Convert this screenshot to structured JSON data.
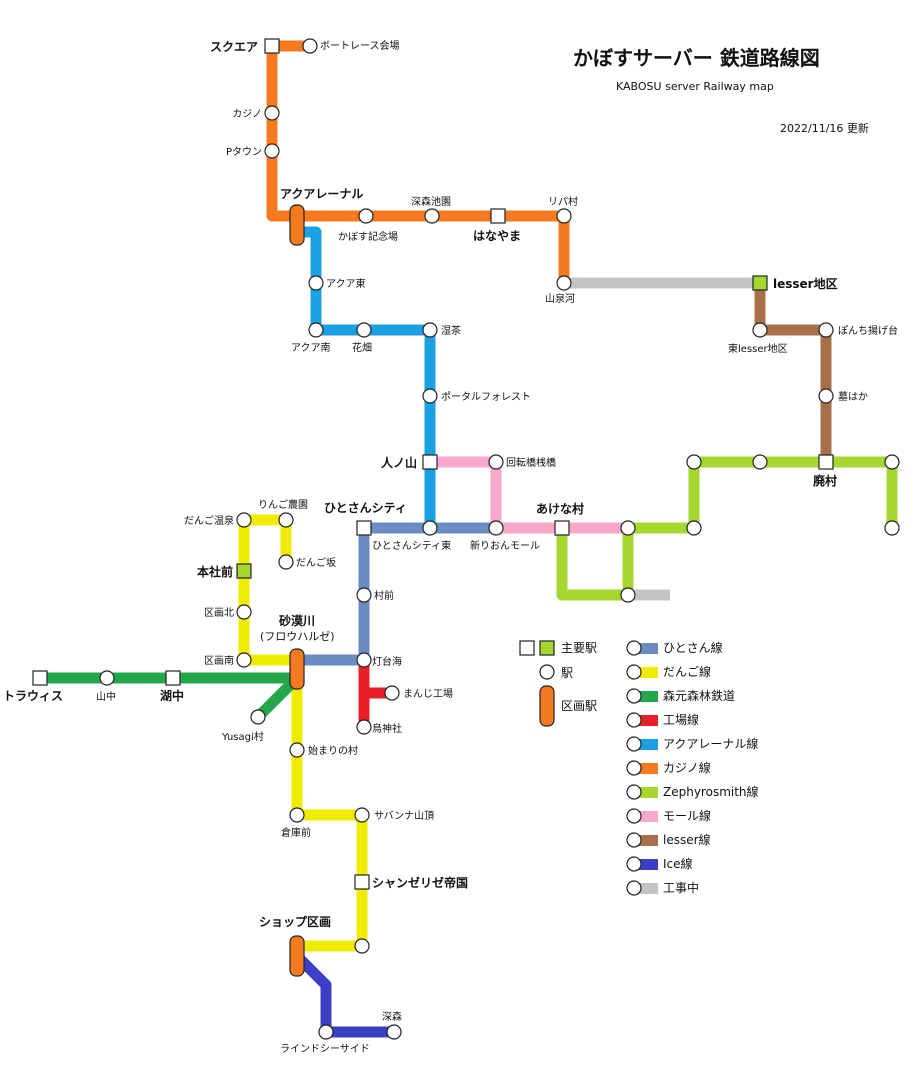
{
  "title": "かぼすサーバー 鉄道路線図",
  "subtitle": "KABOSU server Railway map",
  "updated": "2022/11/16 更新",
  "colors": {
    "hitosan": "#6b8cc0",
    "dango": "#f0ec00",
    "forest": "#22a84a",
    "factory": "#e8202a",
    "aqua": "#1ba0e2",
    "casino": "#f47a20",
    "zephyro": "#a6d630",
    "mall": "#f7a8cc",
    "lesser": "#a8704a",
    "ice": "#3b3fc4",
    "construction": "#c4c4c4"
  },
  "stations": {
    "square": "スクエア",
    "boatrace": "ボートレース会場",
    "casino": "カジノ",
    "ptown": "Pタウン",
    "aquarenal": "アクアレーナル",
    "kabosu_kinenjo": "かぼす記念場",
    "fukamori_chien": "深森池園",
    "hanayama": "はなやま",
    "ripa": "リパ村",
    "yamaizumi": "山泉河",
    "lesser_chiku": "lesser地区",
    "higashi_lesser": "東lesser地区",
    "ponchi": "ぽんち揚げ台",
    "bohaka": "墓はか",
    "haimura": "廃村",
    "aqua_higashi": "アクア東",
    "aqua_minami": "アクア南",
    "hanabatake": "花畑",
    "shicha": "湿茶",
    "portal": "ポータルフォレスト",
    "hitonoyama": "人ノ山",
    "kaiten": "回転橋桟橋",
    "hitosan_city": "ひとさんシティ",
    "hitosan_higashi": "ひとさんシティ東",
    "shinrion": "新りおんモール",
    "akena": "あけな村",
    "ringo": "りんご農園",
    "dango_onsen": "だんご温泉",
    "dango_zaka": "だんご坂",
    "honsha": "本社前",
    "kukaku_kita": "区画北",
    "kukaku_minami": "区画南",
    "sabakugawa": "砂漠川",
    "sabakugawa_sub": "(フロウハルゼ)",
    "muramae": "村前",
    "toudaiumi": "灯台海",
    "manji": "まんじ工場",
    "karasu": "烏神社",
    "trawis": "トラウィス",
    "yamanaka": "山中",
    "konaka": "湖中",
    "yusagi": "Yusagi村",
    "hajimari": "始まりの村",
    "sokomae": "倉庫前",
    "savanna": "サバンナ山頂",
    "champs": "シャンゼリゼ帝国",
    "shop": "ショップ区画",
    "line_side": "ラインドシーサイド",
    "fukamori": "深森"
  },
  "legend": {
    "stations": [
      {
        "label": "主要駅",
        "type": "major"
      },
      {
        "label": "駅",
        "type": "station"
      },
      {
        "label": "区画駅",
        "type": "district"
      }
    ],
    "lines": [
      {
        "label": "ひとさん線",
        "color": "#6b8cc0"
      },
      {
        "label": "だんご線",
        "color": "#f0ec00"
      },
      {
        "label": "森元森林鉄道",
        "color": "#22a84a"
      },
      {
        "label": "工場線",
        "color": "#e8202a"
      },
      {
        "label": "アクアレーナル線",
        "color": "#1ba0e2"
      },
      {
        "label": "カジノ線",
        "color": "#f47a20"
      },
      {
        "label": "Zephyrosmith線",
        "color": "#a6d630"
      },
      {
        "label": "モール線",
        "color": "#f7a8cc"
      },
      {
        "label": "lesser線",
        "color": "#a8704a"
      },
      {
        "label": "Ice線",
        "color": "#3b3fc4"
      },
      {
        "label": "工事中",
        "color": "#c4c4c4"
      }
    ]
  }
}
